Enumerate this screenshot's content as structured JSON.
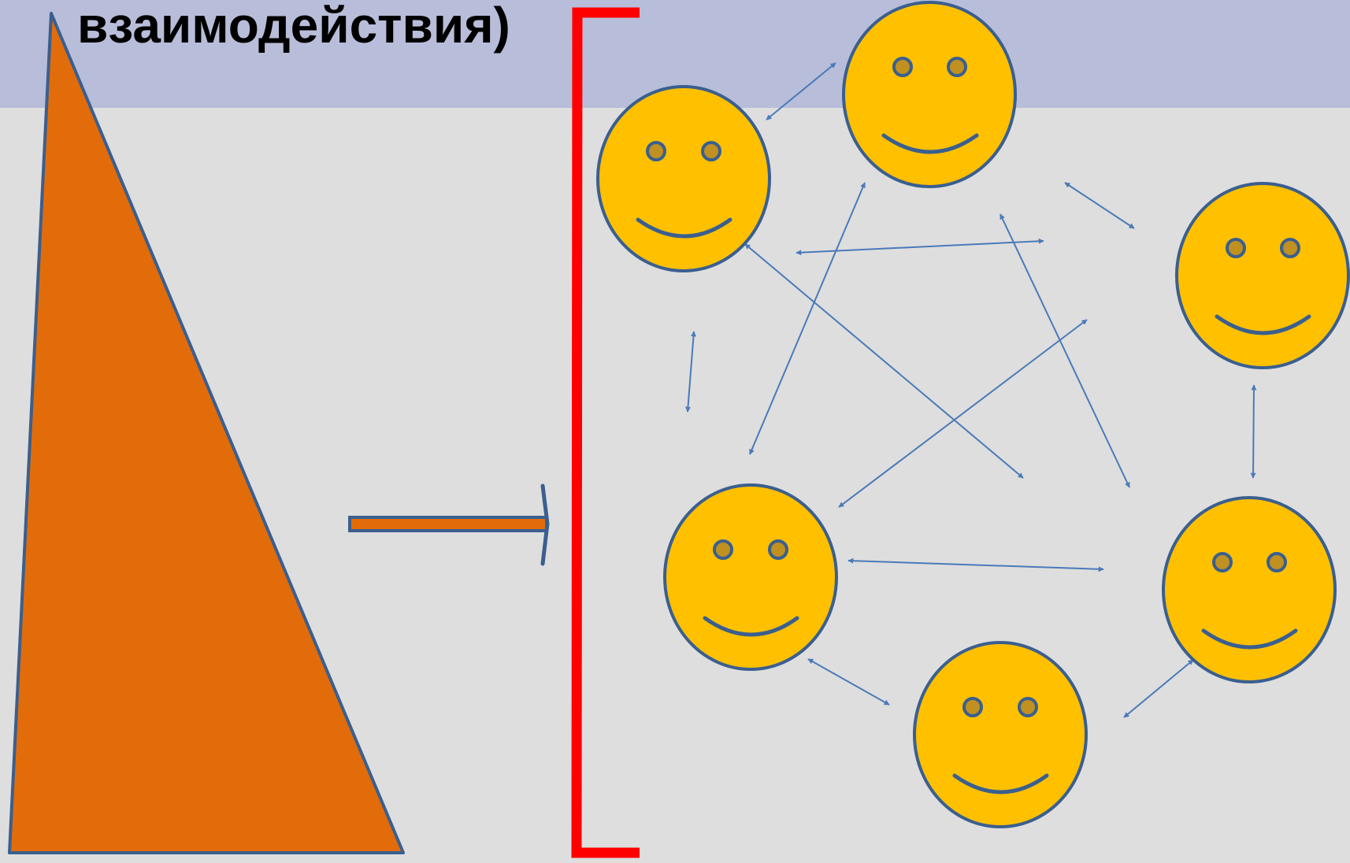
{
  "slide": {
    "title": "взаимодействия)"
  },
  "colors": {
    "header_band": "#b8bdd9",
    "background": "#dedede",
    "triangle_fill": "#e36c0a",
    "outline": "#3a5f8f",
    "bracket": "#ff0000",
    "face_fill": "#ffc000",
    "eye_fill": "#c09020",
    "connector": "#4a7ab8"
  },
  "icons": {
    "shapes": [
      "triangle-shape",
      "arrow-shape",
      "bracket-shape"
    ],
    "faces": [
      "smiley-icon",
      "smiley-icon",
      "smiley-icon",
      "smiley-icon",
      "smiley-icon",
      "smiley-icon"
    ]
  }
}
